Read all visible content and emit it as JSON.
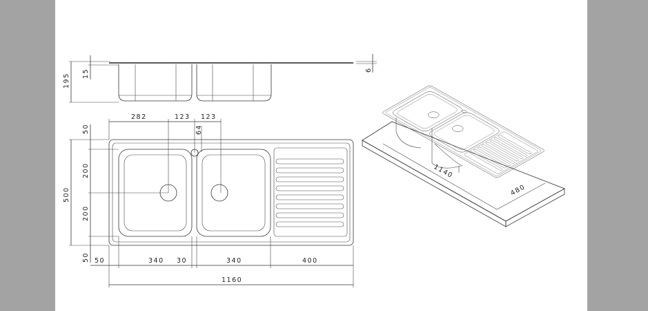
{
  "colors": {
    "background": "#ffffff",
    "side_bars": "#a3a3a3",
    "lines": "#333333"
  },
  "side_view": {
    "height": "195",
    "rim": "15",
    "thickness": "6"
  },
  "top_view": {
    "top_dims": [
      "282",
      "123",
      "123"
    ],
    "tap_offset": "64",
    "left_dims": [
      "50",
      "200",
      "200",
      "50"
    ],
    "overall_width": "500",
    "bottom_dims": [
      "50",
      "340",
      "30",
      "340",
      "400"
    ],
    "overall_length": "1160"
  },
  "iso_view": {
    "cutout_length": "1140",
    "cutout_width": "480"
  }
}
